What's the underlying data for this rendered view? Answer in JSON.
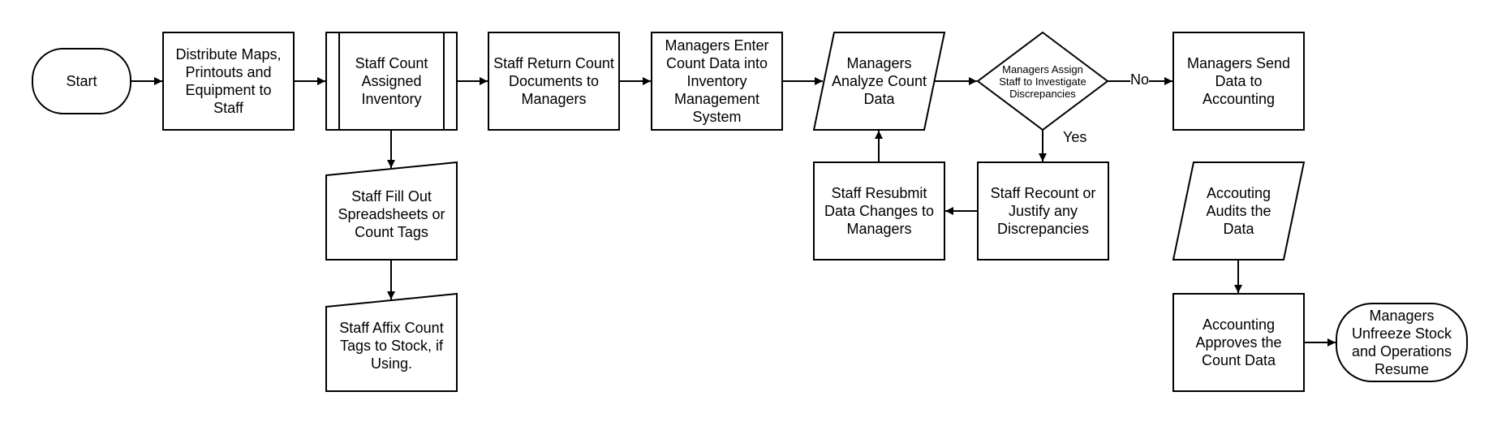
{
  "flowchart": {
    "nodes": {
      "start": "Start",
      "distribute": "Distribute Maps,\nPrintouts and\nEquipment to\nStaff",
      "count": "Staff Count\nAssigned\nInventory",
      "fill_out": "Staff Fill Out\nSpreadsheets or\nCount Tags",
      "affix": "Staff Affix Count\nTags to Stock, if\nUsing.",
      "return": "Staff Return Count\nDocuments to\nManagers",
      "enter": "Managers Enter\nCount Data into\nInventory\nManagement\nSystem",
      "analyze": "Managers\nAnalyze Count\nData",
      "decision": "Managers Assign\nStaff to Investigate\nDiscrepancies",
      "send": "Managers Send\nData to\nAccounting",
      "recount": "Staff Recount or\nJustify any\nDiscrepancies",
      "resubmit": "Staff Resubmit\nData Changes to\nManagers",
      "audit": "Accouting\nAudits the\nData",
      "approve": "Accounting\nApproves the\nCount Data",
      "unfreeze": "Managers\nUnfreeze Stock\nand Operations\nResume"
    },
    "edge_labels": {
      "no": "No",
      "yes": "Yes"
    }
  }
}
